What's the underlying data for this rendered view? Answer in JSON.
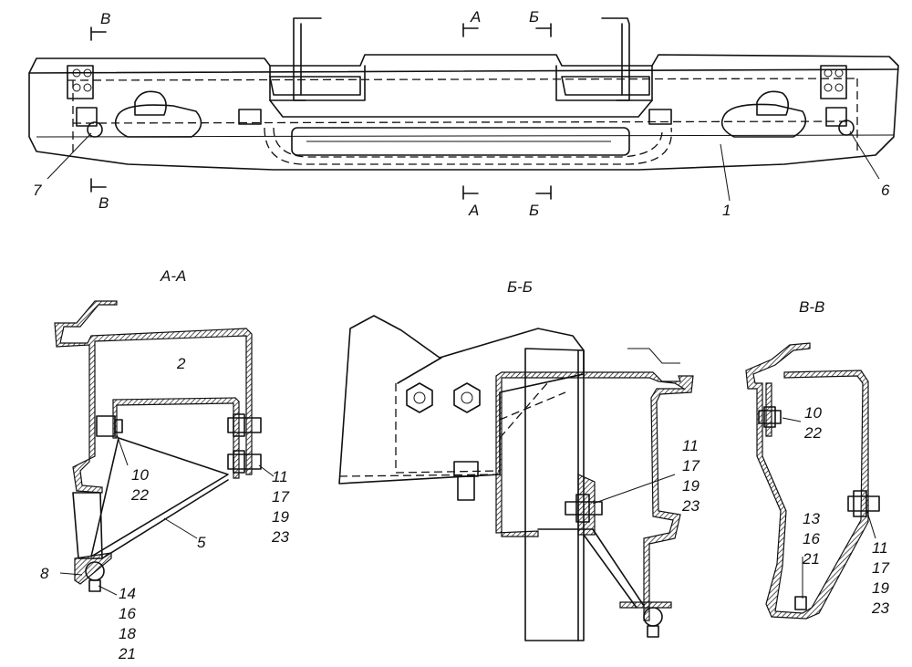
{
  "front_view": {
    "section_marks": {
      "v_top": "В",
      "v_bottom": "В",
      "a_top": "А",
      "a_bottom": "А",
      "b_top": "Б",
      "b_bottom": "Б"
    },
    "callouts": {
      "c7": "7",
      "c6": "6",
      "c1": "1"
    }
  },
  "section_aa": {
    "title": "А-А",
    "callouts": {
      "c2": "2",
      "c10": "10",
      "c22": "22",
      "c11": "11",
      "c17": "17",
      "c19": "19",
      "c23": "23",
      "c5": "5",
      "c8": "8",
      "c14": "14",
      "c16": "16",
      "c18": "18",
      "c21": "21"
    }
  },
  "section_bb": {
    "title": "Б-Б",
    "callouts": {
      "c11": "11",
      "c17": "17",
      "c19": "19",
      "c23": "23"
    }
  },
  "section_vv": {
    "title": "В-В",
    "callouts": {
      "c10": "10",
      "c22": "22",
      "c13": "13",
      "c16": "16",
      "c21": "21",
      "c11": "11",
      "c17": "17",
      "c19": "19",
      "c23": "23"
    }
  }
}
